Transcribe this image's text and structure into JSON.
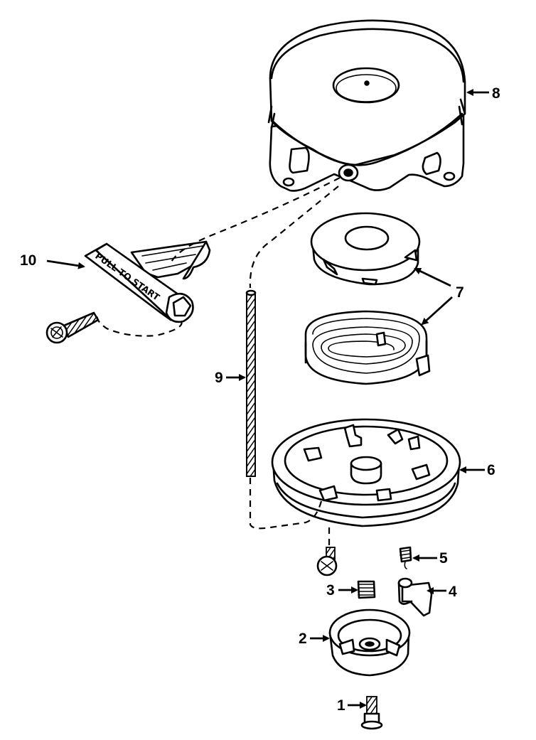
{
  "callouts": {
    "c1": "1",
    "c2": "2",
    "c3": "3",
    "c4": "4",
    "c5": "5",
    "c6": "6",
    "c7": "7",
    "c8": "8",
    "c9": "9",
    "c10": "10"
  },
  "handle_text": "PULL TO START"
}
